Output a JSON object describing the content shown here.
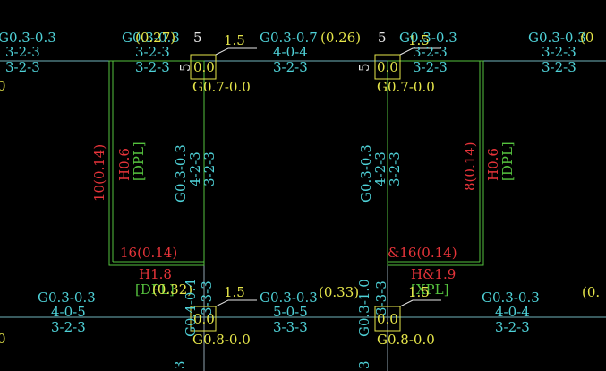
{
  "colors": {
    "background": "#000000",
    "cyan": "#4fd2d8",
    "red": "#e8343a",
    "yellow": "#e6e64a",
    "green": "#55c23e",
    "white": "#e6e6e6",
    "beam_line": "#6fb5bd",
    "column_line": "#8fa3b0"
  },
  "top_beam": {
    "left_label": "G0.3-0.3",
    "left_rebar_1": "3-2-3",
    "left_rebar_2": "3-2-3",
    "left_edge_paren": "0",
    "span_label": "G0.3-0.3",
    "span_paren": "(0.27)",
    "span_rebar_1": "3-2-3",
    "span_rebar_2": "3-2-3",
    "mid_label": "G0.3-0.7",
    "mid_paren": "(0.26)",
    "mid_rebar_1": "4-0-4",
    "mid_rebar_2": "3-2-3",
    "right_label": "G0.3-0.3",
    "right_rebar_1": "3-2-3",
    "right_rebar_2": "3-2-3",
    "far_label": "G0.3-0.3",
    "far_paren": "(0",
    "far_rebar_1": "3-2-3",
    "far_rebar_2": "3-2-3"
  },
  "top_columns": {
    "left_tag": "5",
    "left_side_num": "1.5",
    "left_box": "0.0",
    "left_joint": "G0.7-0.0",
    "left_vertical_mark": "5",
    "right_tag": "5",
    "right_side_num": "1.5",
    "right_box": "0.0",
    "right_joint": "G0.7-0.0",
    "right_vertical_mark": "5"
  },
  "left_wall": {
    "dim": "10(0.14)",
    "tag": "H0.6",
    "type": "[DPL]"
  },
  "right_wall": {
    "dim": "8(0.14)",
    "tag": "H0.6",
    "type": "[DPL]"
  },
  "col_left_vertical": {
    "label": "G0.3-0.3",
    "rebar_1": "4-2-3",
    "rebar_2": "3-2-3"
  },
  "col_right_vertical": {
    "label": "G0.3-0.3",
    "rebar_1": "4-2-3",
    "rebar_2": "3-2-3"
  },
  "opening_left": {
    "dim": "16(0.14)",
    "height": "H1.8",
    "type": "[DPL]",
    "extra": "(0.32)"
  },
  "opening_right": {
    "dim": "&16(0.14)",
    "height": "H&1.9",
    "type": "[XPL]"
  },
  "bottom_beam": {
    "left_label": "G0.3-0.3",
    "left_rebar_1": "4-0-5",
    "left_rebar_2": "3-2-3",
    "left_edge_paren": "0",
    "mid_label": "G0.3-0.3",
    "mid_paren": "(0.33)",
    "mid_rebar_1": "5-0-5",
    "mid_rebar_2": "3-3-3",
    "right_label": "G0.3-0.3",
    "right_rebar_1": "4-0-4",
    "right_rebar_2": "3-2-3",
    "far_paren": "(0."
  },
  "bottom_columns": {
    "left_side_num": "1.5",
    "left_box": "0.0",
    "left_joint": "G0.8-0.0",
    "left_vertical_label": "G0.4-0.4",
    "left_vertical_rebar": "3-3-3",
    "left_bottom_mark": "3",
    "right_side_num": "1.5",
    "right_box": "0.0",
    "right_joint": "G0.8-0.0",
    "right_vertical_label": "G0.3-1.0",
    "right_vertical_rebar": "3-3-3",
    "right_bottom_mark": "3"
  }
}
